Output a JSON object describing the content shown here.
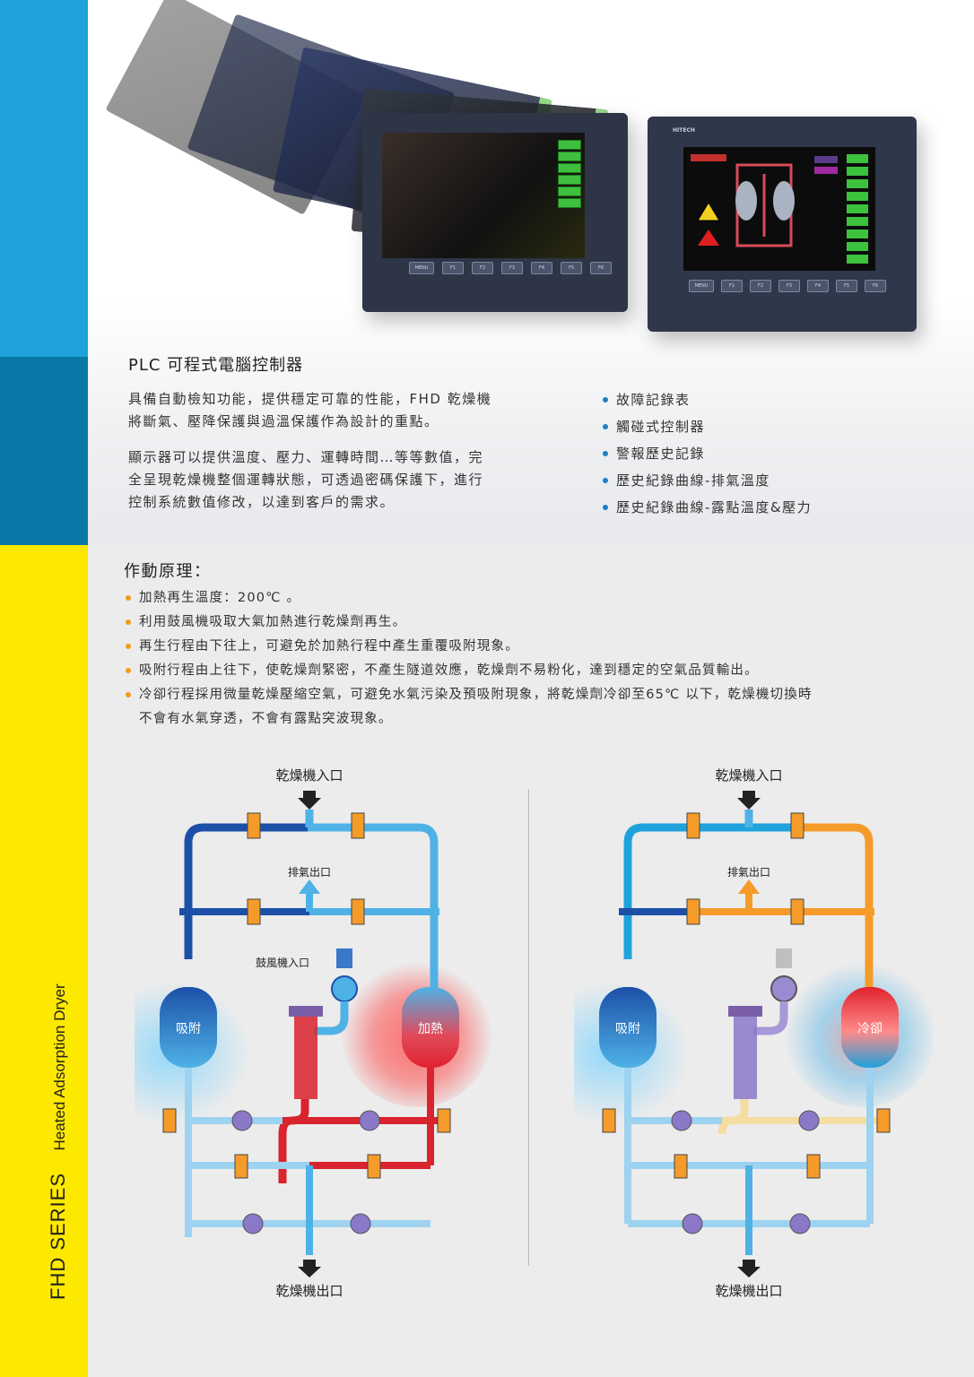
{
  "brand_text": "FHD SERIES",
  "brand_subtitle": "Heated Adsorption Dryer",
  "colors": {
    "strip_cyan": "#1fa2dc",
    "strip_teal": "#0a78a6",
    "strip_yellow": "#fde800",
    "bullet_blue": "#1e7fc4",
    "bullet_orange": "#f29a1d",
    "pipe_dark_blue": "#1c50a8",
    "pipe_light_blue": "#4fb2e6",
    "pipe_red": "#d9232e",
    "pipe_orange": "#f59b2a",
    "pipe_pale": "#f5dca2",
    "pipe_pale_blue": "#9dd2f0"
  },
  "hmi": {
    "keys": [
      "MENU",
      "F1",
      "F2",
      "F3",
      "F4",
      "F5",
      "F6"
    ],
    "logo": "HITECH"
  },
  "plc_section": {
    "title": "PLC 可程式電腦控制器",
    "paragraph1": [
      "具備自動檢知功能，提供穩定可靠的性能，FHD 乾燥機",
      "將斷氣、壓降保護與過溫保護作為設計的重點。"
    ],
    "paragraph2": [
      "顯示器可以提供溫度、壓力、運轉時間…等等數值，完",
      "全呈現乾燥機整個運轉狀態，可透過密碼保護下，進行",
      "控制系統數值修改，以達到客戶的需求。"
    ],
    "features": [
      "故障記錄表",
      "觸碰式控制器",
      "警報歷史記錄",
      "歷史紀錄曲線-排氣溫度",
      "歷史紀錄曲線-露點溫度&壓力"
    ]
  },
  "principle_section": {
    "title": "作動原理：",
    "items": [
      [
        "加熱再生溫度：200℃ 。"
      ],
      [
        "利用鼓風機吸取大氣加熱進行乾燥劑再生。"
      ],
      [
        "再生行程由下往上，可避免於加熱行程中產生重覆吸附現象。"
      ],
      [
        "吸附行程由上往下，使乾燥劑緊密，不產生隧道效應，乾燥劑不易粉化，達到穩定的空氣品質輸出。"
      ],
      [
        "冷卻行程採用微量乾燥壓縮空氣，可避免水氣污染及預吸附現象，將乾燥劑冷卻至65℃ 以下，乾燥機切換時",
        "不會有水氣穿透，不會有露點突波現象。"
      ]
    ]
  },
  "diagram_left": {
    "inlet_label": "乾燥機入口",
    "exhaust_label": "排氣出口",
    "blower_label": "鼓風機入口",
    "tank_left_label": "吸附",
    "tank_right_label": "加熱",
    "outlet_label": "乾燥機出口"
  },
  "diagram_right": {
    "inlet_label": "乾燥機入口",
    "exhaust_label": "排氣出口",
    "tank_left_label": "吸附",
    "tank_right_label": "冷卻",
    "outlet_label": "乾燥機出口"
  }
}
